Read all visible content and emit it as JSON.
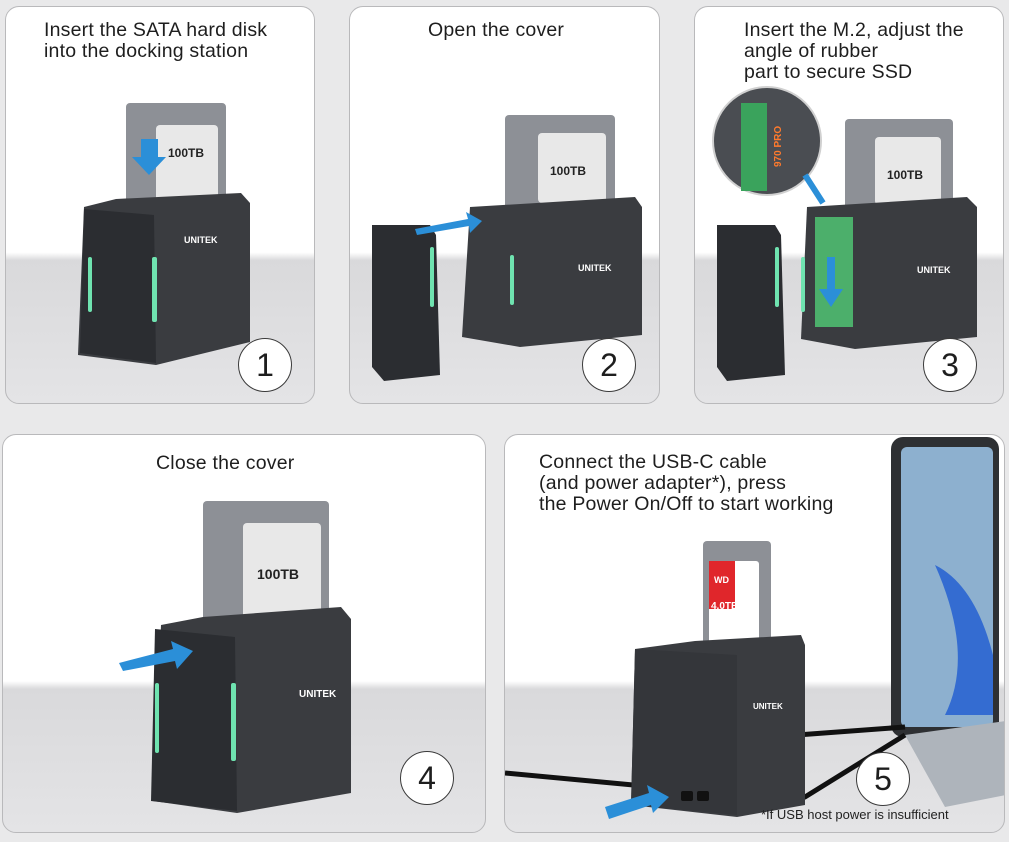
{
  "steps": [
    {
      "number": "1",
      "caption": "Insert the SATA hard disk\ninto the docking station"
    },
    {
      "number": "2",
      "caption": "Open the cover"
    },
    {
      "number": "3",
      "caption": "Insert the M.2, adjust the\nangle of rubber\npart to secure SSD"
    },
    {
      "number": "4",
      "caption": "Close the cover"
    },
    {
      "number": "5",
      "caption": "Connect the USB-C cable\n(and power adapter*), press\nthe Power On/Off to start working"
    }
  ],
  "labels": {
    "brand": "UNITEK",
    "hdd_capacity": "100TB",
    "wd_hdd_capacity": "4.0TB",
    "wd_logo": "WD",
    "ssd_label": "970 PRO"
  },
  "footnote": "*If USB host power is insufficient",
  "colors": {
    "arrow": "#2b8fd8",
    "glow": "#6fe3b0",
    "dock": "#3a3c40"
  }
}
